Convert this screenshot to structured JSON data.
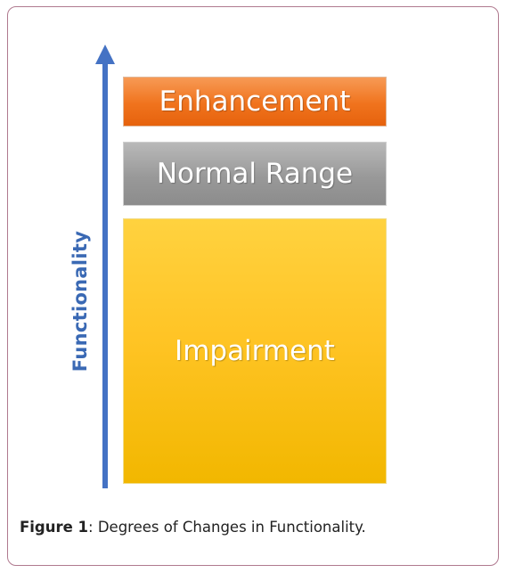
{
  "diagram": {
    "axis_label": "Functionality",
    "axis_color": "#4472c4",
    "levels": [
      {
        "label": "Enhancement",
        "color": "#f07320"
      },
      {
        "label": "Normal Range",
        "color": "#a0a0a0"
      },
      {
        "label": "Impairment",
        "color": "#ffc425"
      }
    ]
  },
  "caption": {
    "label": "Figure 1",
    "text": ": Degrees of Changes in Functionality."
  }
}
